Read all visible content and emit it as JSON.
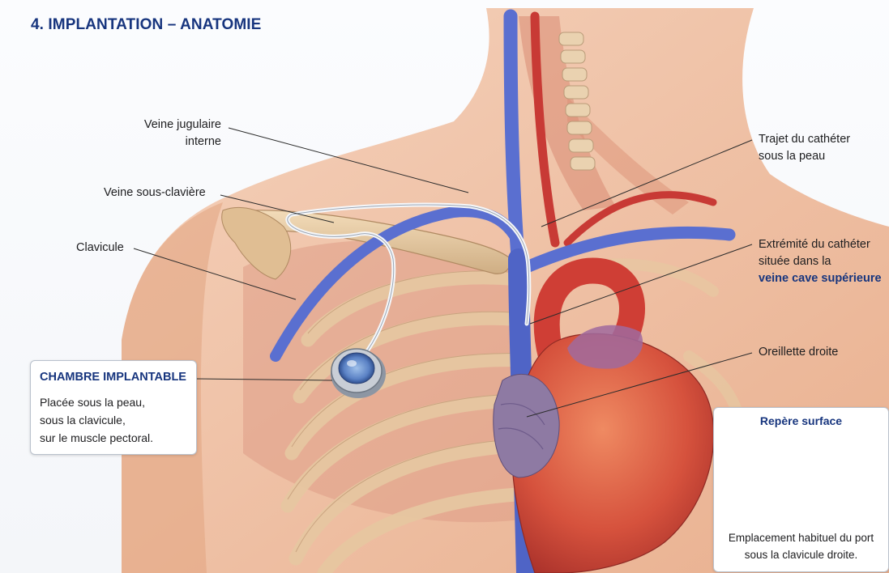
{
  "title": "4. IMPLANTATION – ANATOMIE",
  "labels": {
    "jugular": [
      "Veine jugulaire",
      "interne"
    ],
    "subclavian": "Veine sous-clavière",
    "clavicle": "Clavicule",
    "catheter_path": [
      "Trajet du cathéter",
      "sous la peau"
    ],
    "catheter_tip": [
      "Extrémité du cathéter",
      "située dans la",
      "veine cave supérieure"
    ],
    "right_atrium": "Oreillette droite"
  },
  "chamber_box": {
    "title": "CHAMBRE IMPLANTABLE",
    "lines": [
      "Placée sous la peau,",
      "sous la clavicule,",
      "sur le muscle pectoral."
    ]
  },
  "surface_box": {
    "title": "Repère surface",
    "caption": [
      "Emplacement habituel du port",
      "sous la clavicule droite."
    ]
  },
  "colors": {
    "title_blue": "#17357e",
    "vein_blue": "#5a6fd0",
    "artery_red": "#c83a35",
    "skin": "#ecb89a",
    "bone": "#e6c8a0",
    "heart": "#d8523e"
  }
}
